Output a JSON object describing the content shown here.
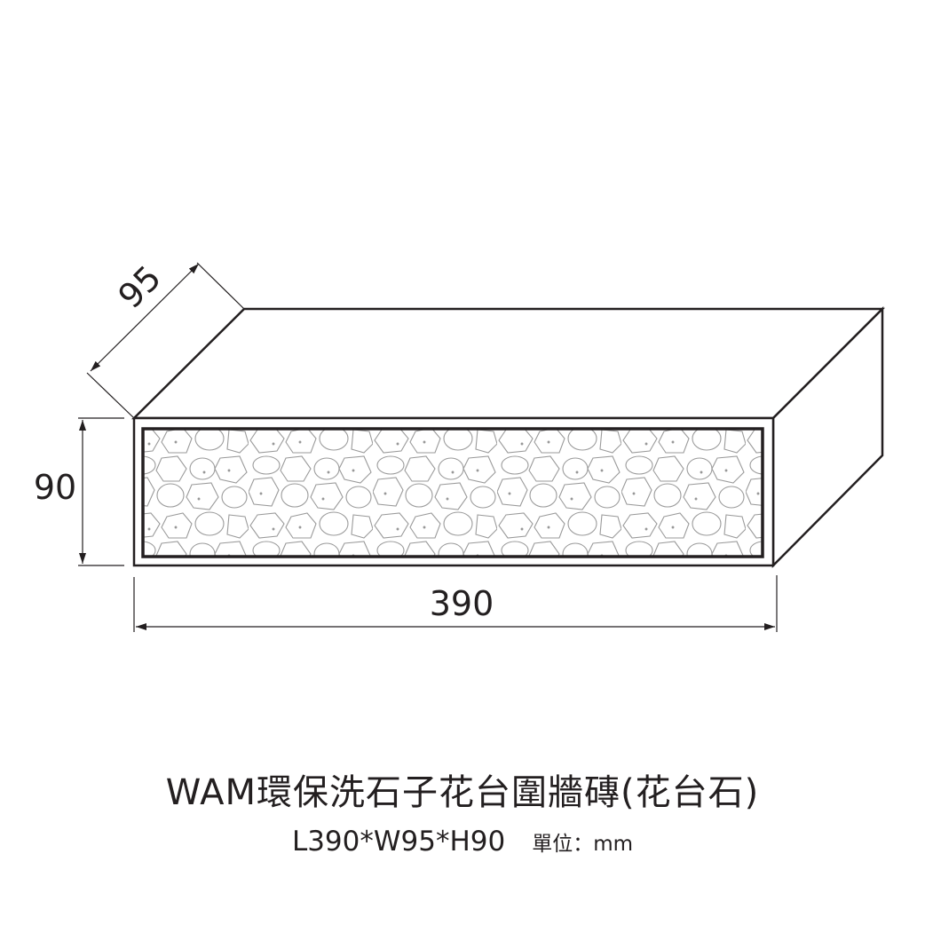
{
  "dimensions": {
    "width": "95",
    "height": "90",
    "length": "390"
  },
  "title": "WAM環保洗石子花台圍牆磚(花台石)",
  "spec": "L390*W95*H90",
  "unit": "單位：mm",
  "colors": {
    "line": "#231f20",
    "pebble": "#9a9a9a"
  }
}
